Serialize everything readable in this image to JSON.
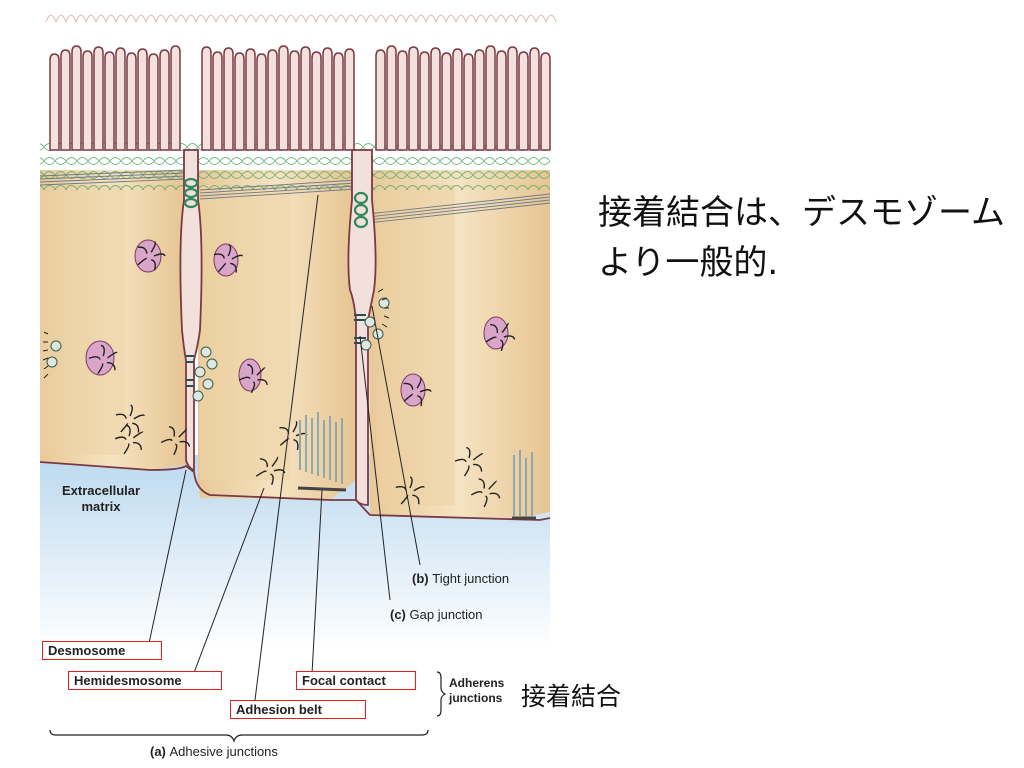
{
  "side_note": "接着結合は、デスモゾームより一般的.",
  "adherens_jp": "接着結合",
  "labels": {
    "extracellular_matrix": "Extracellular\nmatrix",
    "tight_junction_letter": "(b)",
    "tight_junction": "Tight junction",
    "gap_junction_letter": "(c)",
    "gap_junction": "Gap junction",
    "desmosome": "Desmosome",
    "hemidesmosome": "Hemidesmosome",
    "focal_contact": "Focal contact",
    "adhesion_belt": "Adhesion belt",
    "adherens_junctions_line1": "Adherens",
    "adherens_junctions_line2": "junctions",
    "adhesive_junctions_letter": "(a)",
    "adhesive_junctions": "Adhesive junctions"
  },
  "colors": {
    "cytoplasm": "#f3dcb6",
    "cytoplasm_shade": "#e3c391",
    "membrane": "#7a3a44",
    "membrane_fill": "#f2e0dc",
    "matrix": "#cfe4f4",
    "highlight_box": "#e0201e",
    "junction": "#2e8a5a"
  }
}
